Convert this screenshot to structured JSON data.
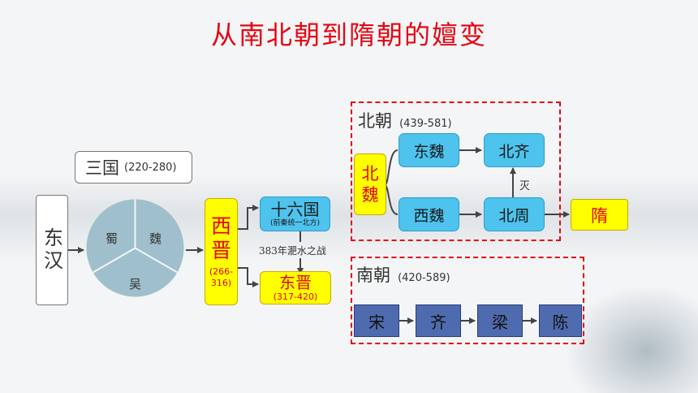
{
  "title": "从南北朝到隋朝的嬗变",
  "donghan": "东汉",
  "three_kingdoms": {
    "label": "三国",
    "years": "(220-280)",
    "states": [
      "蜀",
      "魏",
      "吴"
    ]
  },
  "western_jin": {
    "label": "西晋",
    "years": "(266-316)"
  },
  "sixteen_kingdoms": {
    "label": "十六国",
    "sub": "(前秦统一北方)"
  },
  "battle": "383年淝水之战",
  "eastern_jin": {
    "label": "东晋",
    "years": "(317-420)"
  },
  "northern": {
    "label": "北朝",
    "years": "(439-581)",
    "beiwei": "北魏",
    "dongwei": "东魏",
    "xiwei": "西魏",
    "beiqi": "北齐",
    "beizhou": "北周",
    "mie": "灭"
  },
  "sui": "隋",
  "southern": {
    "label": "南朝",
    "years": "(420-589)",
    "dynasties": [
      "宋",
      "齐",
      "梁",
      "陈"
    ]
  }
}
